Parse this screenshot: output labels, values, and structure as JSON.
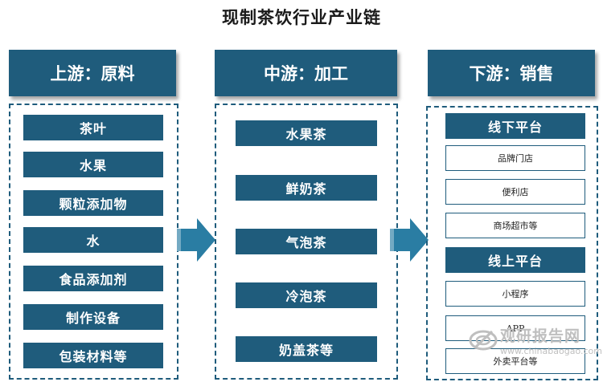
{
  "title": "现制茶饮行业产业链",
  "upstream": {
    "header": "上游：原料",
    "items": [
      "茶叶",
      "水果",
      "颗粒添加物",
      "水",
      "食品添加剂",
      "制作设备",
      "包装材料等"
    ]
  },
  "midstream": {
    "header": "中游：加工",
    "items": [
      "水果茶",
      "鲜奶茶",
      "气泡茶",
      "冷泡茶",
      "奶盖茶等"
    ]
  },
  "downstream": {
    "header": "下游：销售",
    "offline": {
      "label": "线下平台",
      "items": [
        "品牌门店",
        "便利店",
        "商场超市等"
      ]
    },
    "online": {
      "label": "线上平台",
      "items": [
        "小程序",
        "APP",
        "外卖平台等"
      ]
    }
  },
  "watermark": {
    "name": "观研报告网",
    "url": "www.chinabaogao.com"
  },
  "colors": {
    "primary": "#1f5c7c",
    "arrow": "#2a7da3",
    "watermark": "#bfbfbf"
  }
}
